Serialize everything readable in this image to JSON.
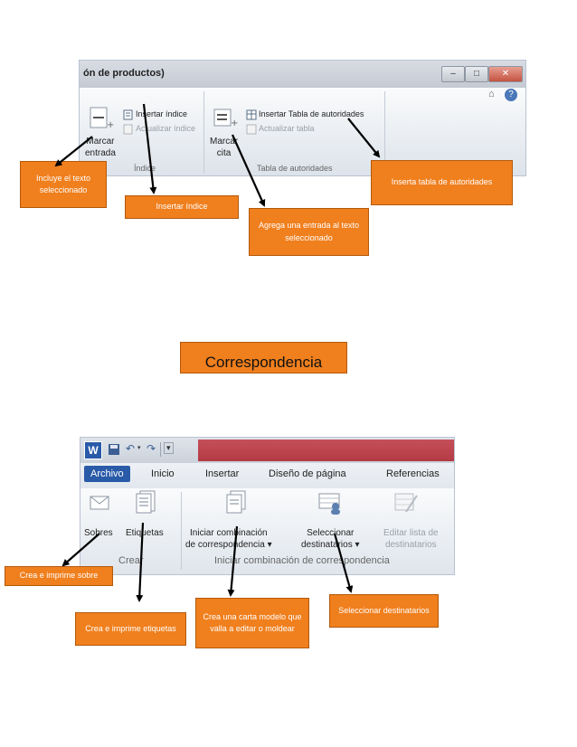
{
  "top_ribbon": {
    "window_title": "ón de productos)",
    "win_minimize": "–",
    "win_restore": "□",
    "win_close": "✕",
    "marcar_entrada": "Marcar\nentrada",
    "insertar_indice": "Insertar índice",
    "actualizar_indice": "Actualizar índice",
    "group_indice": "Índice",
    "marcar_cita": "Marcar\ncita",
    "insertar_tabla": "Insertar Tabla de autoridades",
    "actualizar_tabla": "Actualizar tabla",
    "group_tabla": "Tabla de autoridades"
  },
  "top_callouts": {
    "incluye": "Incluye el texto seleccionado",
    "insertar_indice": "Insertar índice",
    "agrega": "Agrega una entrada al texto seleccionado",
    "inserta_tabla": "Inserta tabla de autoridades"
  },
  "heading": "Correspondencia",
  "bottom_ribbon": {
    "tabs": [
      "Archivo",
      "Inicio",
      "Insertar",
      "Diseño de página",
      "Referencias"
    ],
    "sobres": "Sobres",
    "etiquetas": "Etiquetas",
    "group_crear": "Crear",
    "iniciar": "Iniciar combinación\nde correspondencia ▾",
    "seleccionar": "Seleccionar\ndestinatarios ▾",
    "editar": "Editar lista de\ndestinatarios",
    "group_iniciar": "Iniciar combinación de correspondencia"
  },
  "bottom_callouts": {
    "sobre": "Crea e imprime sobre",
    "etiquetas": "Crea e imprime etiquetas",
    "carta": "Crea una carta modelo que valla a editar o moldear",
    "destinatarios": "Seleccionar destinatarios"
  }
}
